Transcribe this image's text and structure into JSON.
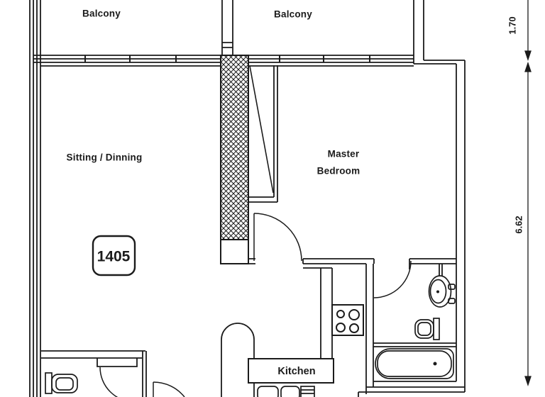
{
  "colors": {
    "line": "#1b1b1b",
    "background": "#ffffff"
  },
  "floor_plan": {
    "unit_number": "1405",
    "labels": {
      "balcony_left": "Balcony",
      "balcony_right": "Balcony",
      "sitting_dining": "Sitting / Dinning",
      "master_bedroom_line1": "Master",
      "master_bedroom_line2": "Bedroom",
      "kitchen": "Kitchen"
    },
    "dimensions": {
      "balcony_depth_m": "1.70",
      "unit_depth_m": "6.62"
    },
    "fixture_icons": [
      "crosshatch-shaft-icon",
      "duct-diagonal-icon",
      "stove-burners-icon",
      "kitchen-sink-icon",
      "kitchen-peninsula-icon",
      "bathroom-sink-icon",
      "toilet-icon",
      "bathtub-icon",
      "wc-toilet-icon",
      "door-swing-arc-icon",
      "dimension-arrow-icon"
    ]
  }
}
